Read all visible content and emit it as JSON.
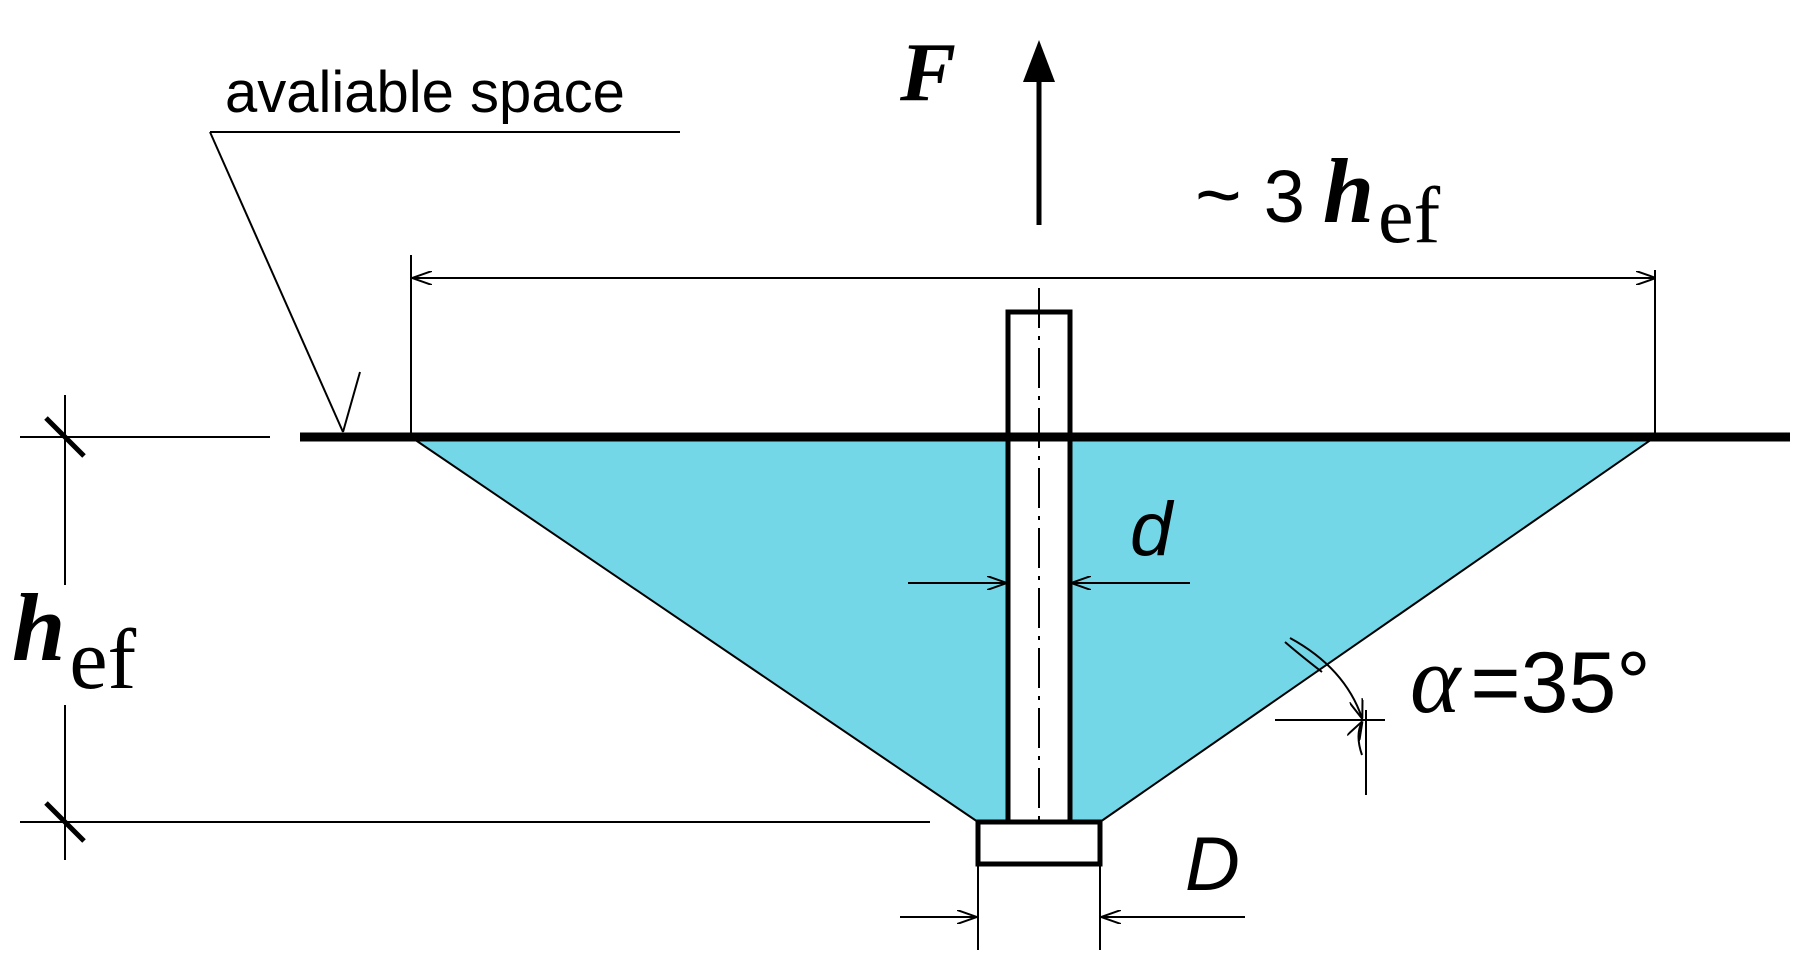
{
  "labels": {
    "available_space": "avaliable space",
    "force": "F",
    "span_tilde": "~",
    "span_factor": "3",
    "h": "h",
    "ef": "ef",
    "d": "d",
    "D": "D",
    "alpha": "α",
    "alpha_value": "=35°"
  },
  "colors": {
    "cone_fill": "#73d7e8",
    "line": "#000000",
    "background": "#ffffff"
  }
}
